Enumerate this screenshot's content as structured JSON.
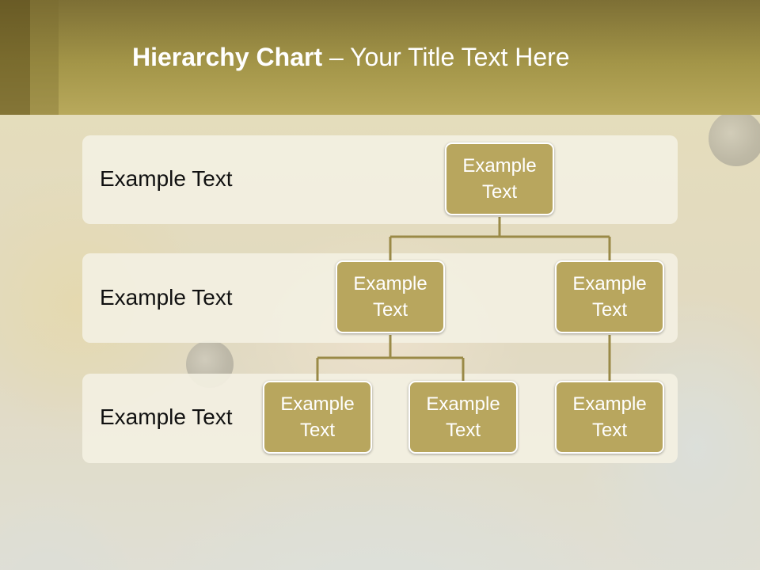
{
  "slide": {
    "title_bold": "Hierarchy Chart",
    "title_rest": " – Your Title Text Here"
  },
  "levels": [
    {
      "label": "Example Text"
    },
    {
      "label": "Example Text"
    },
    {
      "label": "Example Text"
    }
  ],
  "nodes": {
    "root": "Example Text",
    "level2_left": "Example Text",
    "level2_right": "Example Text",
    "level3_a": "Example Text",
    "level3_b": "Example Text",
    "level3_c": "Example Text"
  },
  "colors": {
    "header": "#a39548",
    "node_fill": "#b8a65e",
    "connector": "#9a8a47",
    "band": "#f3f0e2"
  }
}
